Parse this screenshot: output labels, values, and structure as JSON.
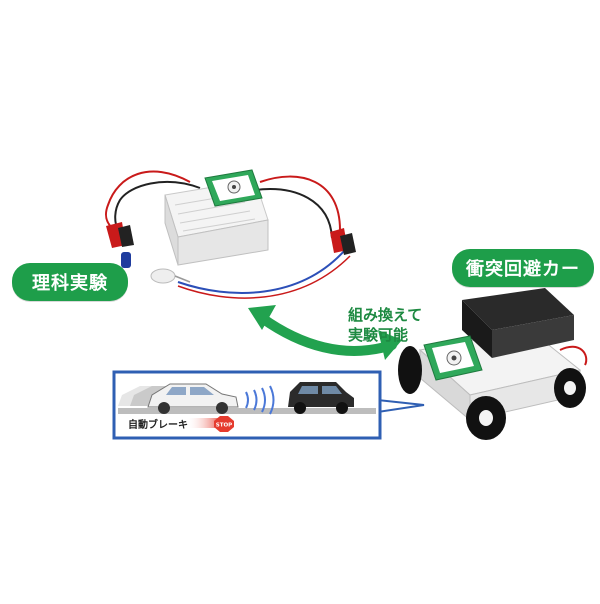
{
  "labels": {
    "science_experiment": "理科実験",
    "collision_avoidance_car": "衝突回避カー",
    "swap_line1": "組み換えて",
    "swap_line2": "実験可能",
    "auto_brake": "自動ブレーキ",
    "stop_sign": "STOP"
  },
  "colors": {
    "brand_green": "#1e9e4a",
    "inset_border": "#2f5fb3",
    "arrow_green": "#22a24f",
    "stop_red": "#e53b2e"
  }
}
